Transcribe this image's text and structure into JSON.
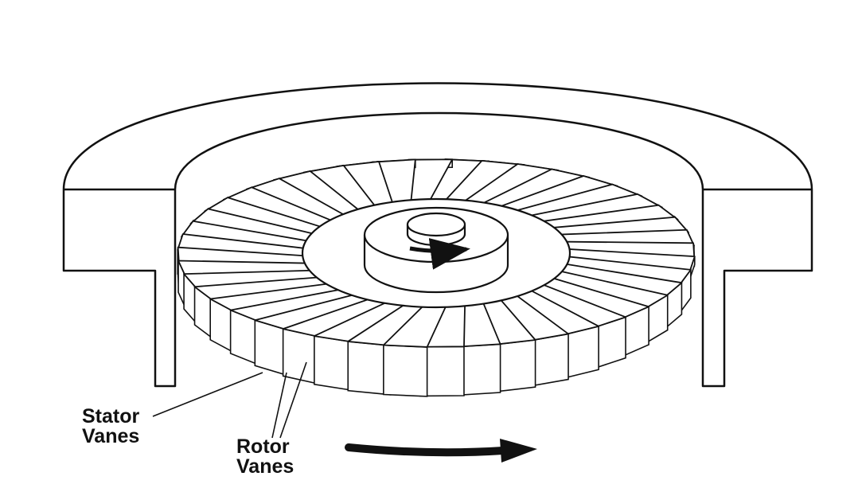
{
  "labels": {
    "stator_line1": "Stator",
    "stator_line2": "Vanes",
    "rotor_line1": "Rotor",
    "rotor_line2": "Vanes"
  },
  "colors": {
    "ink": "#111111",
    "paper": "#ffffff"
  }
}
